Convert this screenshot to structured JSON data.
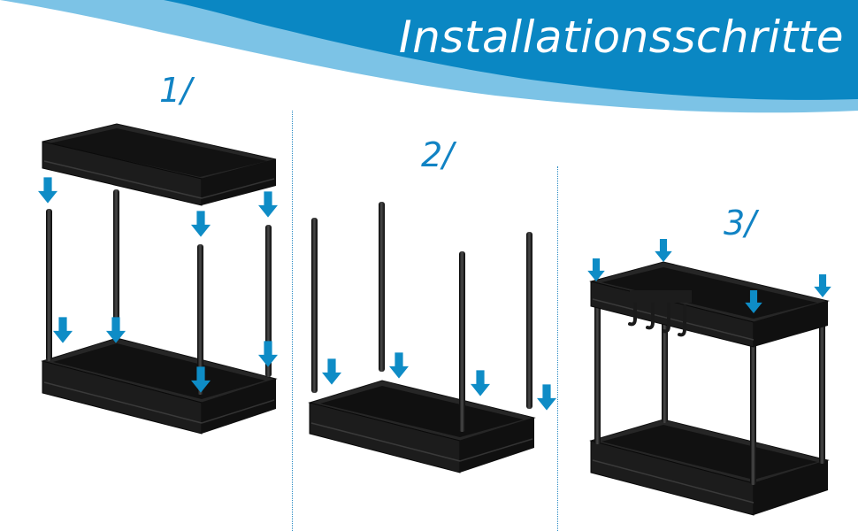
{
  "header": {
    "title": "Installationsschritte",
    "accent_color": "#0a87c3",
    "light_wave_color": "#7cc3e6"
  },
  "steps": [
    {
      "label": "1/"
    },
    {
      "label": "2/"
    },
    {
      "label": "3/"
    }
  ],
  "colors": {
    "arrow": "#0e8cc6",
    "product": "#1b1b1b"
  },
  "icons": [
    "down-arrow-icon"
  ]
}
